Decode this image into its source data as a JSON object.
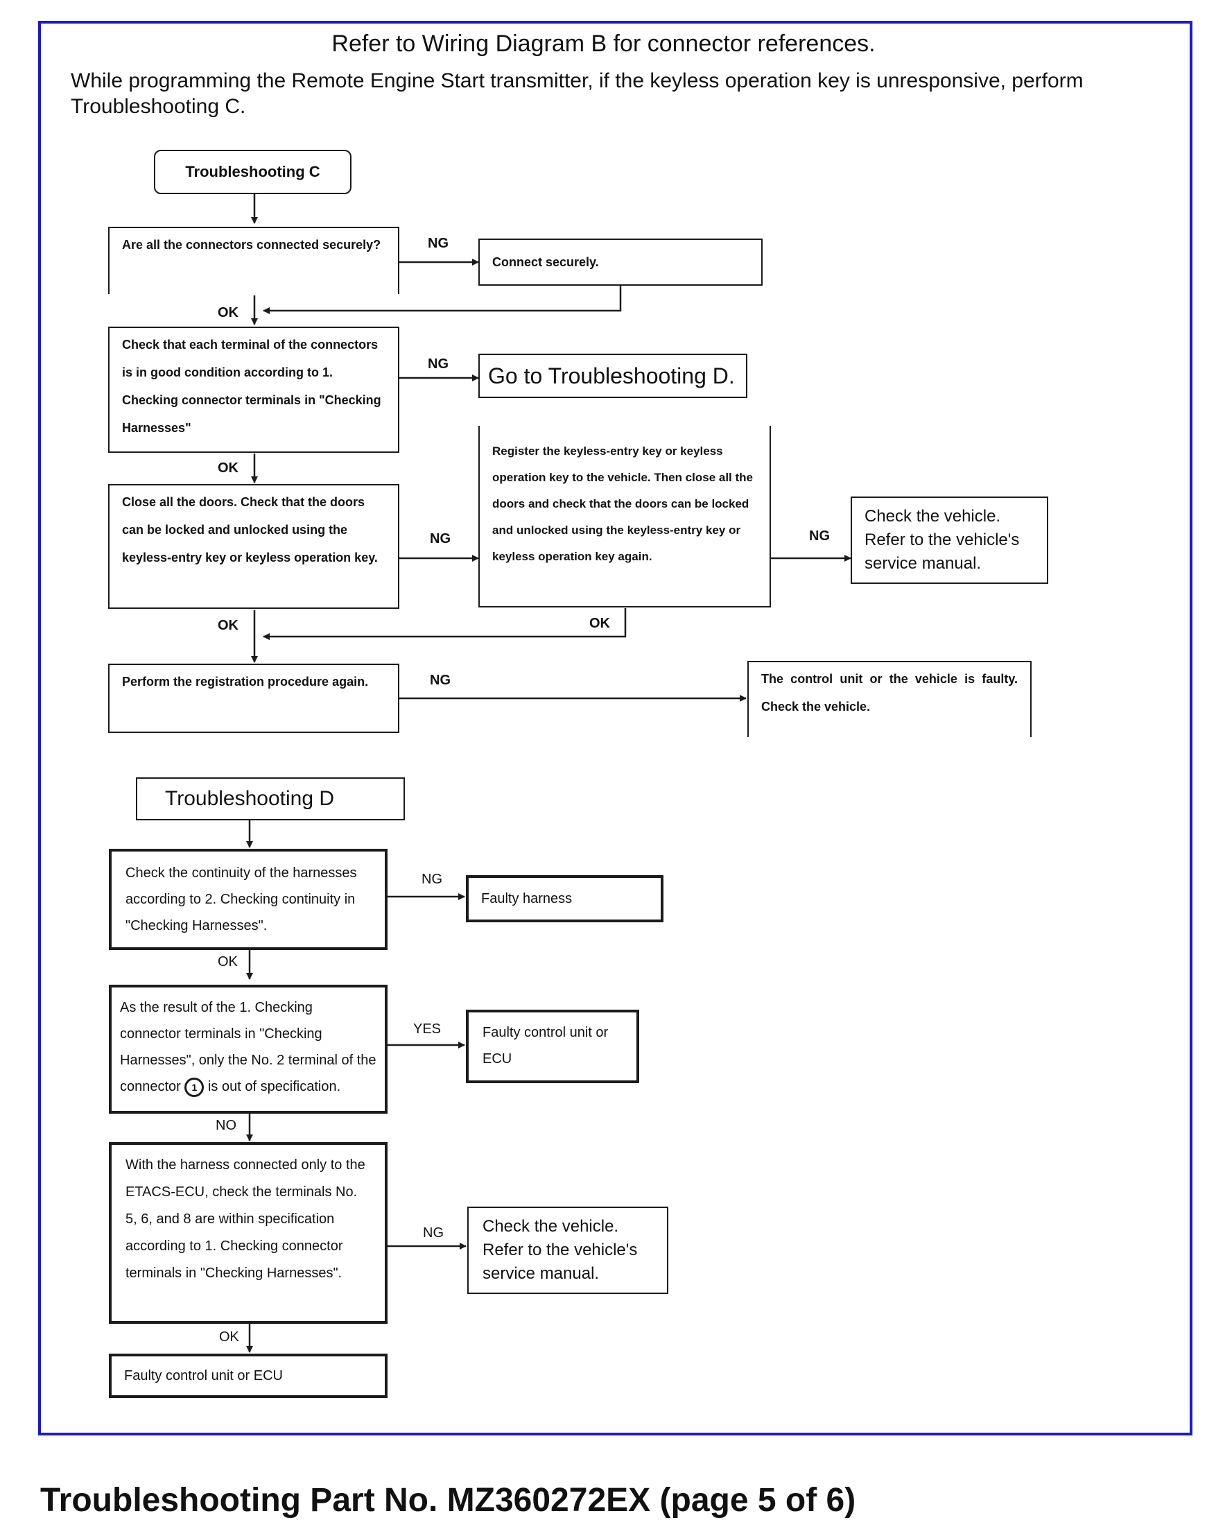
{
  "header": {
    "title": "Refer to Wiring Diagram B for connector references.",
    "note": "While programming the Remote Engine Start transmitter, if the keyless operation key is unresponsive, perform Troubleshooting C."
  },
  "troubleshooting_c": {
    "start": "Troubleshooting C",
    "q1": "Are all the connectors connected securely?",
    "q1_ng": "Connect securely.",
    "q2": "Check that each terminal of the connectors is in good condition according to 1. Checking connector terminals in \"Checking Harnesses\"",
    "q2_ng": "Go to Troubleshooting D.",
    "q3": "Close all the doors. Check that the doors can be locked and unlocked using the keyless-entry key or keyless operation key.",
    "q3_ng": "Register the keyless-entry key or keyless operation key to the vehicle. Then close all the doors and check that the doors can be locked and unlocked using the keyless-entry key or keyless operation key again.",
    "q3_ng_ng": "Check the vehicle. Refer to the vehicle's service manual.",
    "q4": "Perform the registration procedure again.",
    "q4_ng": "The control unit or the vehicle is faulty. Check the vehicle."
  },
  "troubleshooting_d": {
    "start": "Troubleshooting D",
    "q1": "Check the continuity of the harnesses according to 2. Checking continuity in \"Checking Harnesses\".",
    "q1_ng": "Faulty harness",
    "q2_pre": "As the result of the 1. Checking connector terminals in \"Checking Harnesses\", only the No. 2 terminal of the connector",
    "q2_marker": "1",
    "q2_post": "is out of specification.",
    "q2_yes": "Faulty control unit or ECU",
    "q3": "With the harness connected only to the ETACS-ECU, check the terminals No. 5, 6, and 8 are within specification according to 1. Checking connector terminals in \"Checking Harnesses\".",
    "q3_ng": "Check the vehicle. Refer to the vehicle's service manual.",
    "end": "Faulty control unit or ECU"
  },
  "labels": {
    "ok": "OK",
    "ng": "NG",
    "yes": "YES",
    "no": "NO"
  },
  "footer": "Troubleshooting Part No. MZ360272EX (page 5 of 6)",
  "colors": {
    "frame": "#1a1ad6",
    "line": "#1b1b1b"
  }
}
